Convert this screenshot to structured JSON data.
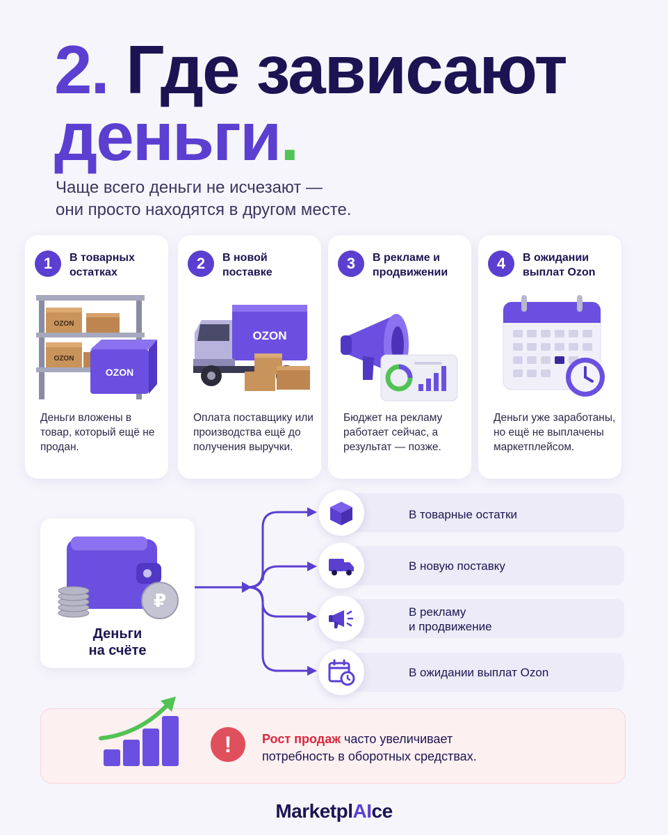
{
  "header": {
    "number": "2.",
    "title_line1": "Где зависают",
    "title_line2": "деньги",
    "title_dot": ".",
    "subtitle_line1": "Чаще всего деньги не исчезают —",
    "subtitle_line2": "они просто находятся в другом месте."
  },
  "cards": [
    {
      "number": "1",
      "title": "В товарных остатках",
      "text": "Деньги вложены в товар, который ещё не продан.",
      "image_labels": [
        "OZON",
        "OZON",
        "OZON"
      ]
    },
    {
      "number": "2",
      "title": "В новой поставке",
      "text": "Оплата поставщику или производства ещё до получения выручки.",
      "image_labels": [
        "OZON"
      ]
    },
    {
      "number": "3",
      "title": "В рекламе и продвижении",
      "text": "Бюджет на рекламу работает сейчас, а результат — позже."
    },
    {
      "number": "4",
      "title": "В ожидании выплат Ozon",
      "text": "Деньги уже заработаны, но ещё не выплачены маркетплейсом."
    }
  ],
  "flow": {
    "source_label_line1": "Деньги",
    "source_label_line2": "на счёте",
    "destinations": [
      {
        "icon": "box-icon",
        "label": "В товарные остатки"
      },
      {
        "icon": "truck-icon",
        "label": "В новую поставку"
      },
      {
        "icon": "megaphone-icon",
        "label_line1": "В рекламу",
        "label_line2": "и продвижение"
      },
      {
        "icon": "calendar-clock-icon",
        "label": "В ожидании выплат Ozon"
      }
    ]
  },
  "alert": {
    "highlight": "Рост продаж",
    "text_rest": " часто увеличивает",
    "text_line2": "потребность в оборотных средствах.",
    "icon": "!"
  },
  "footer": {
    "logo_part1": "Marketpl",
    "logo_part2": "AI",
    "logo_part3": "ce"
  },
  "colors": {
    "accent": "#5b3fd1",
    "dark": "#1c1352",
    "green": "#52c255",
    "alert_red": "#d8293c",
    "alert_bg": "#fdf0f1"
  }
}
